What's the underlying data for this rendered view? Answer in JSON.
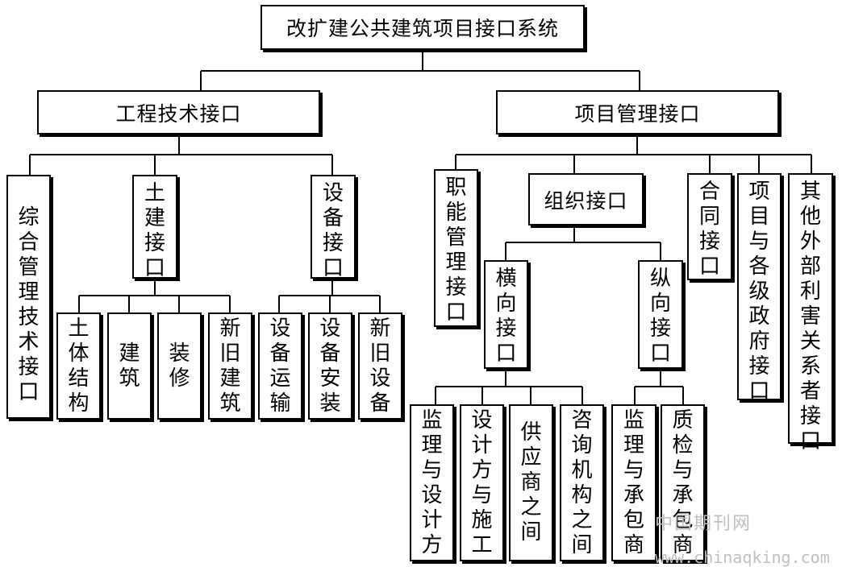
{
  "root": "改扩建公共建筑项目接口系统",
  "engineering": {
    "title": "工程技术接口",
    "comprehensive": "综合管理技术接口",
    "civil": {
      "title": "土建接口",
      "children": [
        "土体结构",
        "建筑",
        "装修",
        "新旧建筑"
      ]
    },
    "equipment": {
      "title": "设备接口",
      "children": [
        "设备运输",
        "设备安装",
        "新旧设备"
      ]
    }
  },
  "management": {
    "title": "项目管理接口",
    "functional": "职能管理接口",
    "organization": {
      "title": "组织接口",
      "horizontal": {
        "title": "横向接口",
        "children": [
          "监理与设计方",
          "设计方与施工",
          "供应商之间",
          "咨询机构之间"
        ]
      },
      "vertical": {
        "title": "纵向接口",
        "children": [
          "监理与承包商",
          "质检与承包商"
        ]
      }
    },
    "contract": "合同接口",
    "government": "项目与各级政府接口",
    "stakeholders": "其他外部利害关系者接口"
  },
  "watermark": {
    "cn": "中国期刊网",
    "url": "www.chinaqking.com"
  }
}
